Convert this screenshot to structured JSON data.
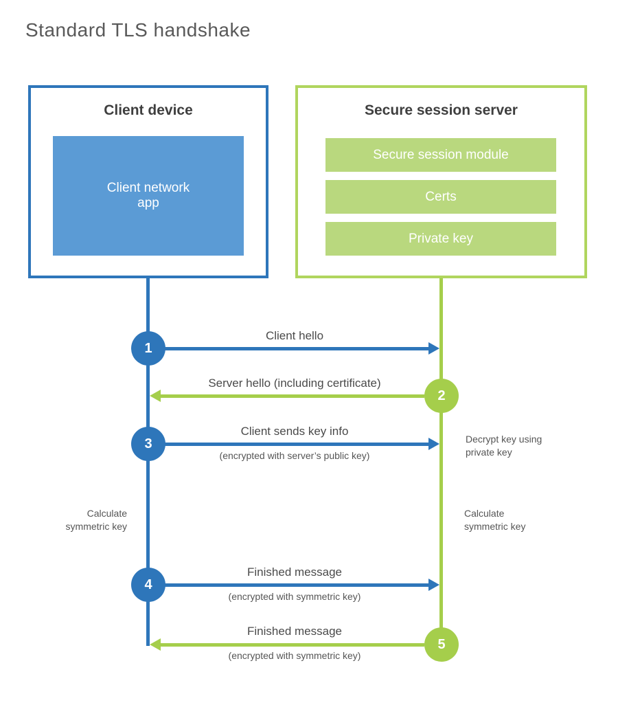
{
  "title": "Standard TLS handshake",
  "colors": {
    "blue": "#2e76ba",
    "blue_light": "#5b9bd5",
    "green": "#a5ce4b",
    "green_border": "#b0d55e",
    "green_light": "#b9d87e",
    "text_dark": "#3f3f3f",
    "text_gray": "#595959"
  },
  "client_box": {
    "title": "Client device",
    "module": "Client network\napp"
  },
  "server_box": {
    "title": "Secure session server",
    "modules": [
      "Secure session module",
      "Certs",
      "Private key"
    ]
  },
  "steps": [
    {
      "num": "1",
      "actor": "client",
      "direction": "right",
      "label": "Client hello",
      "sublabel": ""
    },
    {
      "num": "2",
      "actor": "server",
      "direction": "left",
      "label": "Server hello (including certificate)",
      "sublabel": ""
    },
    {
      "num": "3",
      "actor": "client",
      "direction": "right",
      "label": "Client sends key info",
      "sublabel": "(encrypted with server’s public key)"
    },
    {
      "num": "4",
      "actor": "client",
      "direction": "right",
      "label": "Finished message",
      "sublabel": "(encrypted with symmetric key)"
    },
    {
      "num": "5",
      "actor": "server",
      "direction": "left",
      "label": "Finished message",
      "sublabel": "(encrypted with symmetric key)"
    }
  ],
  "notes": {
    "decrypt": "Decrypt key using\nprivate key",
    "calculate_client": "Calculate\nsymmetric key",
    "calculate_server": "Calculate\nsymmetric key"
  }
}
